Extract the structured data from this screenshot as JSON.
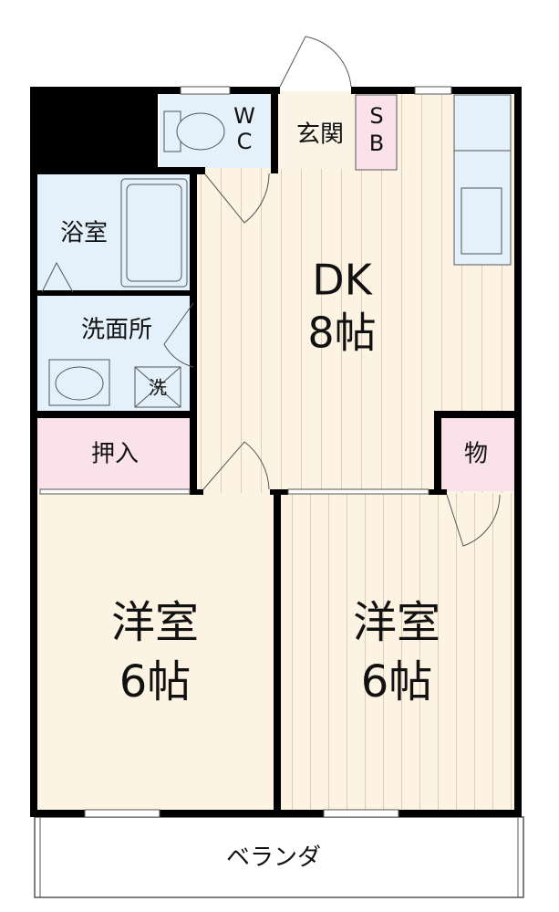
{
  "rooms": {
    "wc": "W\nC",
    "genkan": "玄関",
    "shoe_box": "S\nB",
    "bath": "浴室",
    "washroom": "洗面所",
    "washer": "洗",
    "closet": "押入",
    "storage": "物",
    "dk": {
      "name": "DK",
      "size": "8帖"
    },
    "room_left": {
      "name": "洋室",
      "size": "6帖"
    },
    "room_right": {
      "name": "洋室",
      "size": "6帖"
    },
    "veranda": "ベランダ"
  },
  "colors": {
    "wall": "#000000",
    "wood_floor": "#fdf3e3",
    "floor_line": "#d8ccb8",
    "wet_area": "#e4f1fb",
    "closet_pink": "#fbe2ea",
    "genkan": "#fbf4e6",
    "veranda": "#ffffff"
  }
}
